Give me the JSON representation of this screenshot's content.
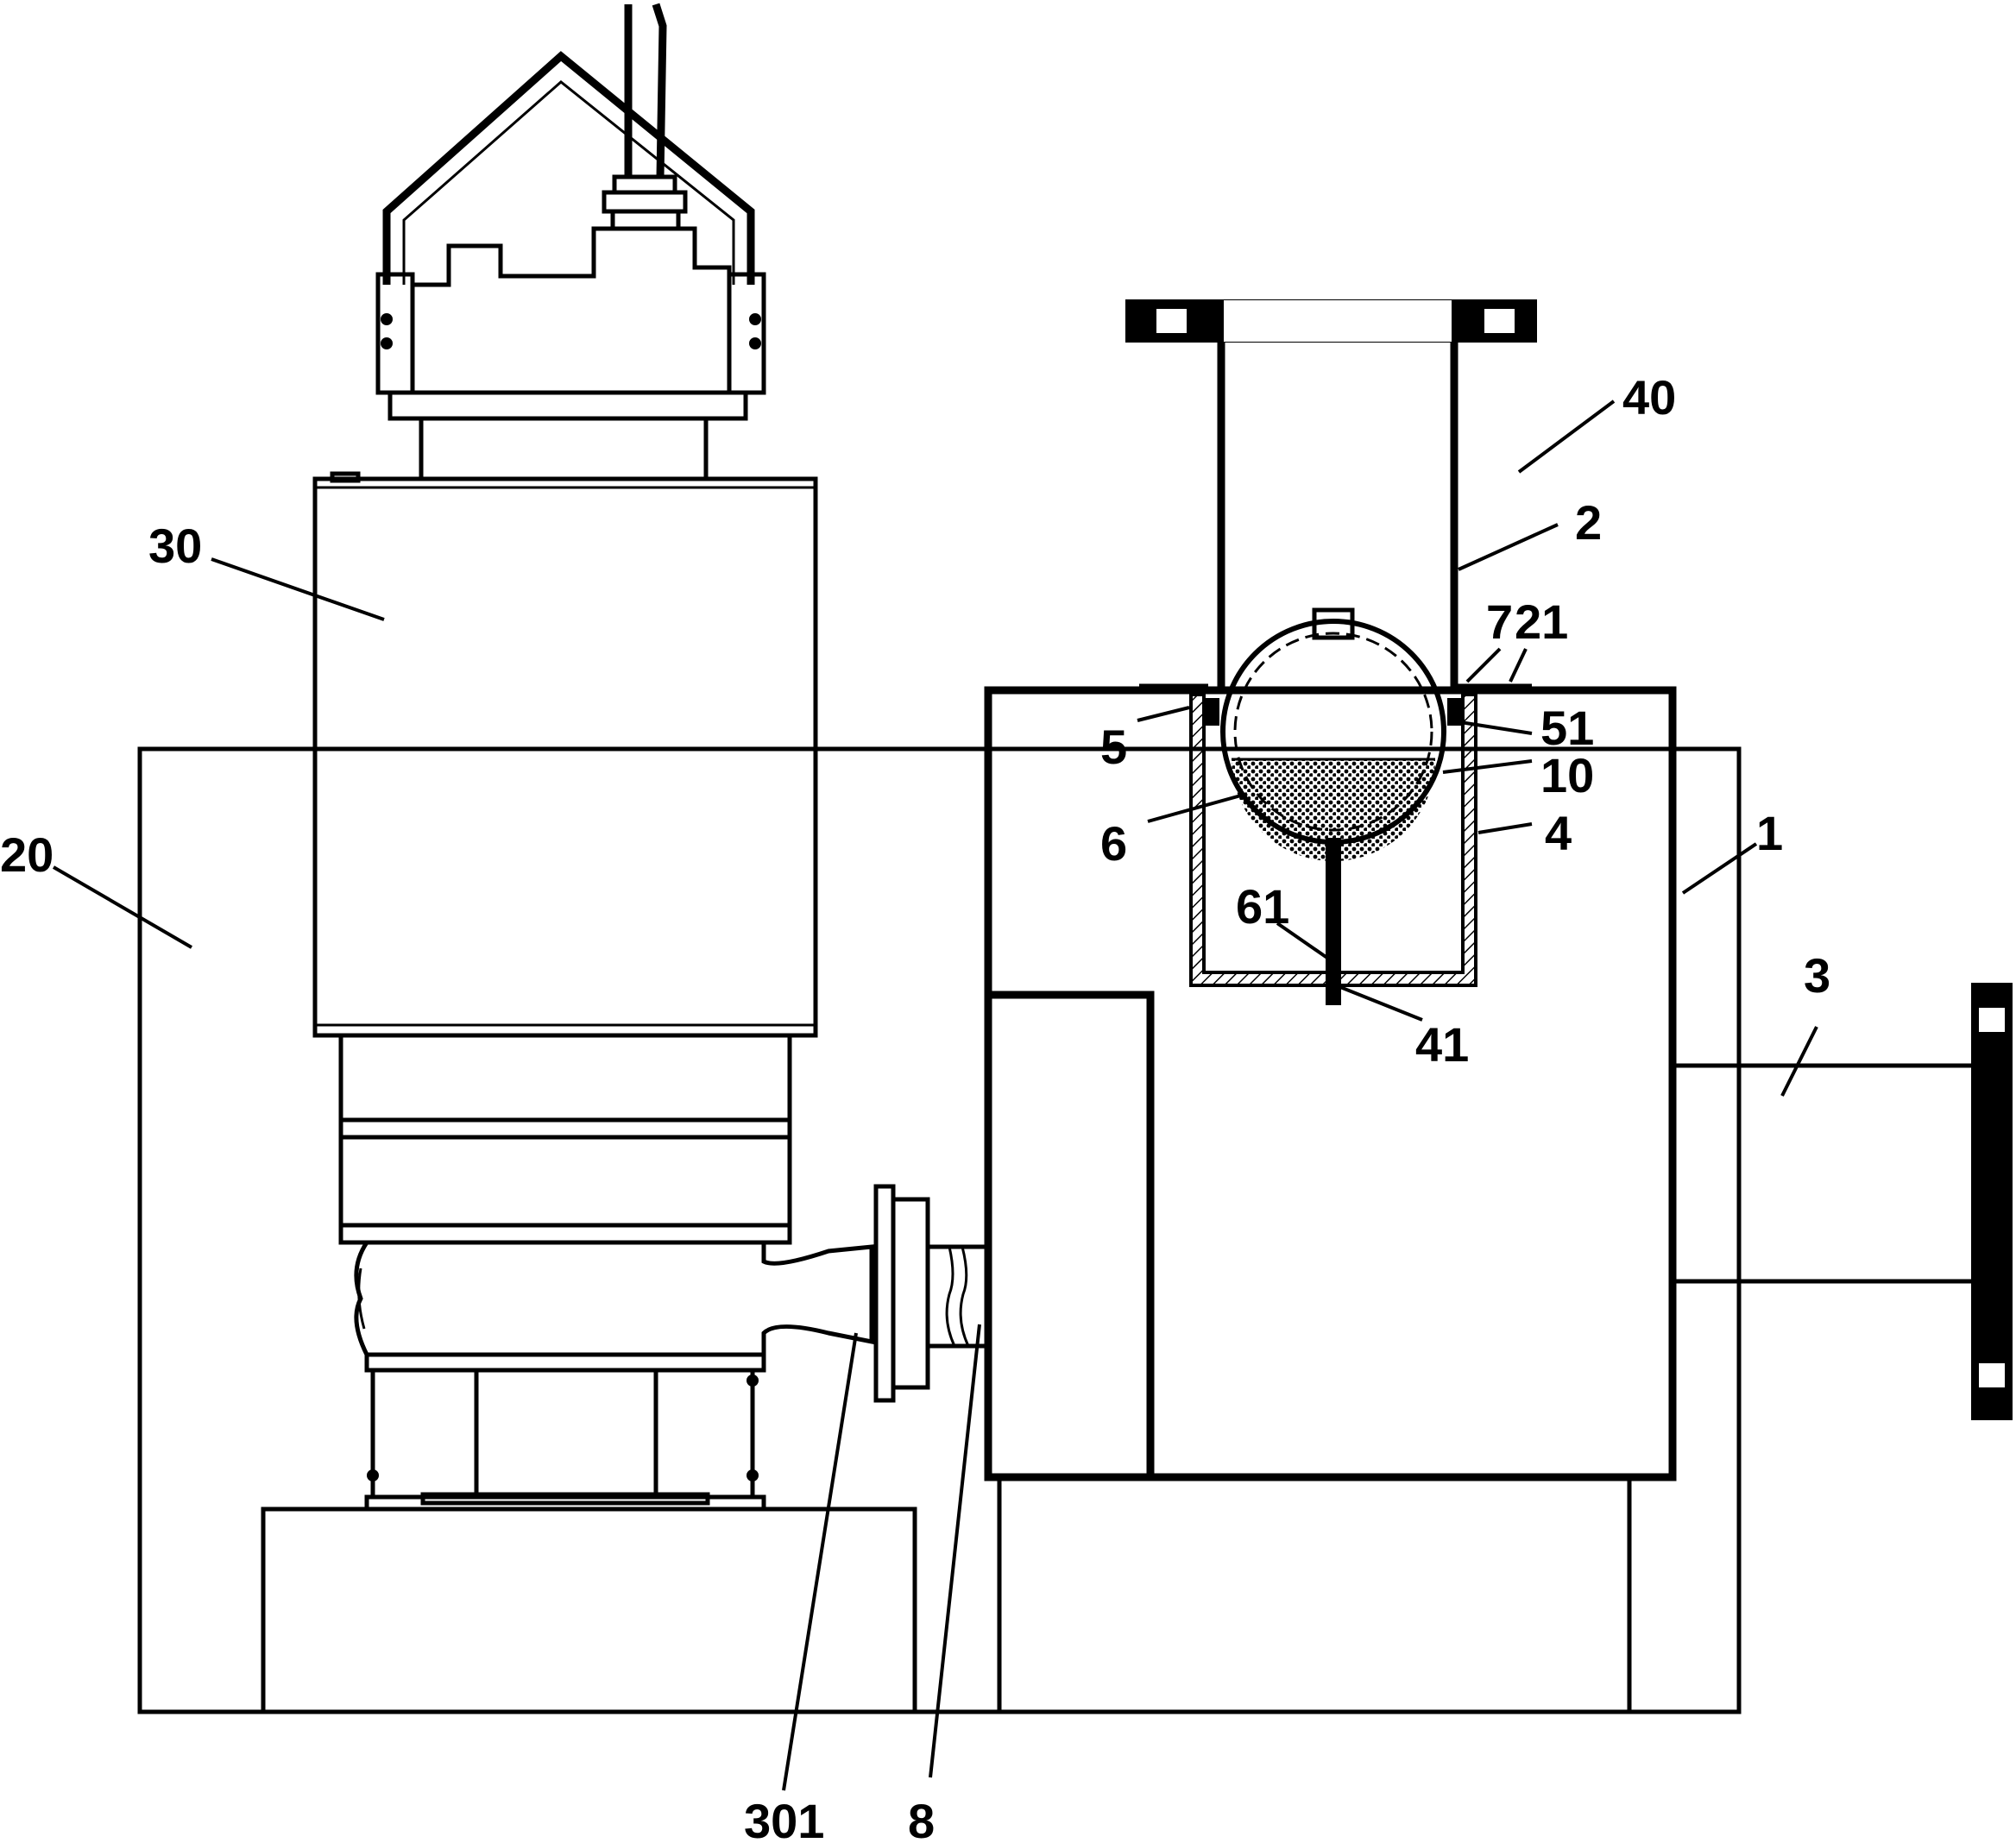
{
  "labels": {
    "l20": "20",
    "l30": "30",
    "l40": "40",
    "l2": "2",
    "l7": "7",
    "l21": "21",
    "l5": "5",
    "l51": "51",
    "l10": "10",
    "l6": "6",
    "l4": "4",
    "l1": "1",
    "l61": "61",
    "l41": "41",
    "l3": "3",
    "l301": "301",
    "l8": "8"
  }
}
